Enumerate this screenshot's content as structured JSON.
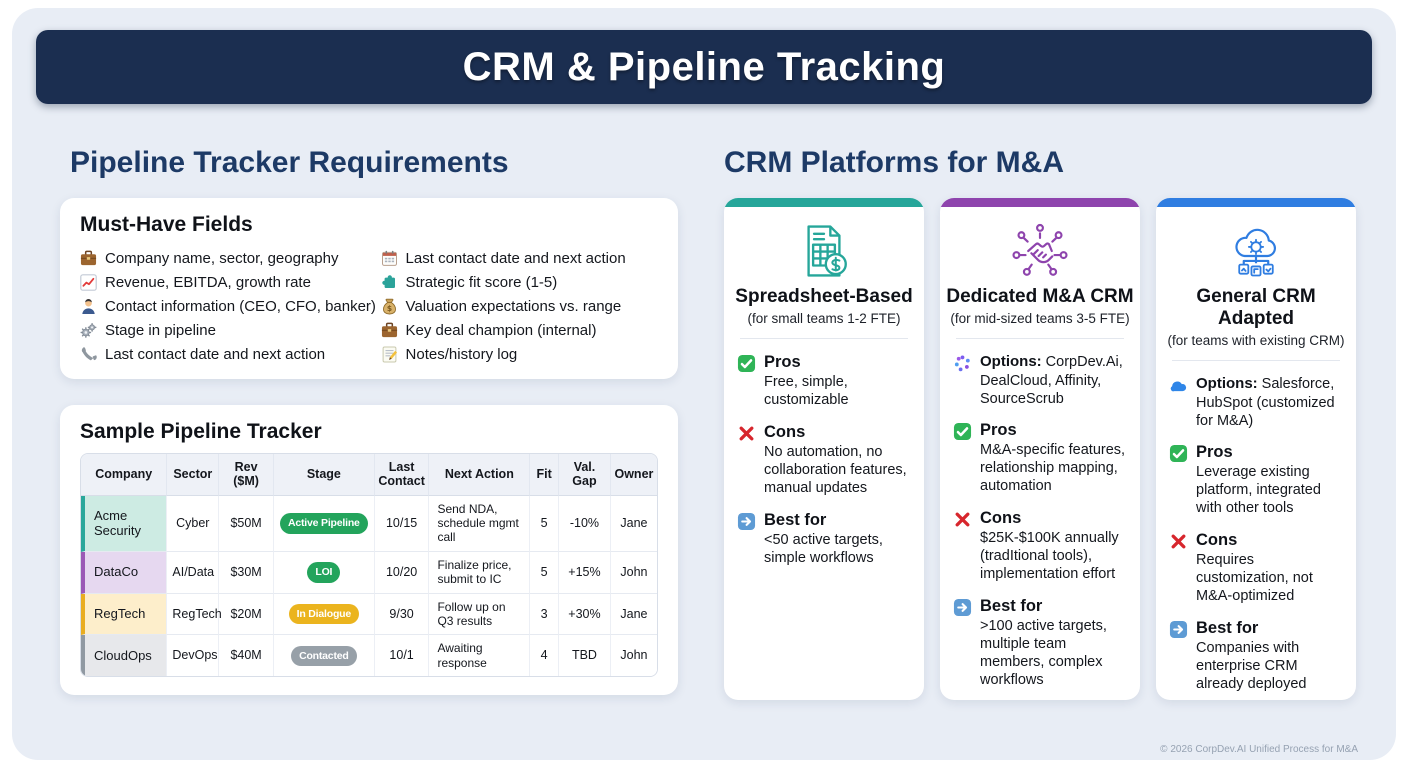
{
  "slide": {
    "title": "CRM & Pipeline Tracking",
    "footer": "© 2026 CorpDev.AI Unified Process for M&A"
  },
  "colors": {
    "header_bar": "#1B2E50",
    "slide_background": "#E8EDF5",
    "section_heading": "#1D3A66",
    "stage": {
      "green": "#23A45C",
      "amber": "#EBB41E",
      "gray": "#97A0A8"
    },
    "row_accents": {
      "teal": {
        "bg": "#CDEBE3",
        "border": "#2AA79B"
      },
      "purple": {
        "bg": "#E6D8F0",
        "border": "#9B59B6"
      },
      "amber": {
        "bg": "#FDEECB",
        "border": "#E9AD21"
      },
      "gray": {
        "bg": "#E7E8EB",
        "border": "#9099A2"
      }
    }
  },
  "left": {
    "section_title": "Pipeline Tracker Requirements",
    "must_have": {
      "title": "Must-Have Fields",
      "col1": [
        {
          "icon": "briefcase-icon",
          "text": "Company name, sector, geography"
        },
        {
          "icon": "chart-up-icon",
          "text": "Revenue, EBITDA, growth rate"
        },
        {
          "icon": "person-icon",
          "text": "Contact information (CEO, CFO, banker)"
        },
        {
          "icon": "gears-icon",
          "text": "Stage in pipeline"
        },
        {
          "icon": "phone-icon",
          "text": "Last contact date and next action"
        }
      ],
      "col2": [
        {
          "icon": "calendar-icon",
          "text": "Last contact date and next action"
        },
        {
          "icon": "puzzle-icon",
          "text": "Strategic fit score (1-5)"
        },
        {
          "icon": "moneybag-icon",
          "text": "Valuation expectations vs. range"
        },
        {
          "icon": "briefcase-icon",
          "text": "Key deal champion (internal)"
        },
        {
          "icon": "memo-icon",
          "text": "Notes/history log"
        }
      ]
    },
    "tracker": {
      "title": "Sample Pipeline Tracker",
      "columns": [
        "Company",
        "Sector",
        "Rev ($M)",
        "Stage",
        "Last Contact",
        "Next Action",
        "Fit",
        "Val. Gap",
        "Owner"
      ],
      "rows": [
        {
          "company": "Acme Security",
          "sector": "Cyber",
          "rev": "$50M",
          "stage": "Active Pipeline",
          "stage_color": "green",
          "last_contact": "10/15",
          "next_action": "Send NDA, schedule mgmt call",
          "fit": "5",
          "val_gap": "-10%",
          "owner": "Jane",
          "row_accent": "teal"
        },
        {
          "company": "DataCo",
          "sector": "AI/Data",
          "rev": "$30M",
          "stage": "LOI",
          "stage_color": "green",
          "last_contact": "10/20",
          "next_action": "Finalize price, submit to IC",
          "fit": "5",
          "val_gap": "+15%",
          "owner": "John",
          "row_accent": "purple"
        },
        {
          "company": "RegTech",
          "sector": "RegTech",
          "rev": "$20M",
          "stage": "In Dialogue",
          "stage_color": "amber",
          "last_contact": "9/30",
          "next_action": "Follow up on Q3 results",
          "fit": "3",
          "val_gap": "+30%",
          "owner": "Jane",
          "row_accent": "amber"
        },
        {
          "company": "CloudOps",
          "sector": "DevOps",
          "rev": "$40M",
          "stage": "Contacted",
          "stage_color": "gray",
          "last_contact": "10/1",
          "next_action": "Awaiting response",
          "fit": "4",
          "val_gap": "TBD",
          "owner": "John",
          "row_accent": "gray"
        }
      ]
    }
  },
  "right": {
    "section_title": "CRM Platforms for M&A",
    "cards": [
      {
        "accent_color": "#26A69A",
        "icon": "spreadsheet-dollar-icon",
        "title": "Spreadsheet-Based",
        "subtitle": "(for small teams 1-2 FTE)",
        "sections": [
          {
            "icon": "check-icon",
            "label": "Pros",
            "text": "Free, simple, customizable"
          },
          {
            "icon": "cross-icon",
            "label": "Cons",
            "text": "No automation, no collaboration features, manual updates"
          },
          {
            "icon": "arrow-icon",
            "label": "Best for",
            "text": "<50 active targets, simple workflows"
          }
        ]
      },
      {
        "accent_color": "#8E44AD",
        "icon": "network-handshake-icon",
        "title": "Dedicated M&A CRM",
        "subtitle": "(for mid-sized teams 3-5 FTE)",
        "sections": [
          {
            "icon": "swirl-icon",
            "label": "Options:",
            "text": "CorpDev.Ai, DealCloud, Affinity, SourceScrub",
            "inline": true
          },
          {
            "icon": "check-icon",
            "label": "Pros",
            "text": "M&A-specific features, relationship mapping, automation"
          },
          {
            "icon": "cross-icon",
            "label": "Cons",
            "text": "$25K-$100K annually (tradItional tools), implementation effort"
          },
          {
            "icon": "arrow-icon",
            "label": "Best for",
            "text": ">100 active targets, multiple team members, complex workflows"
          }
        ]
      },
      {
        "accent_color": "#2F7DE1",
        "icon": "cloud-gear-icon",
        "title": "General CRM Adapted",
        "subtitle": "(for teams with existing CRM)",
        "sections": [
          {
            "icon": "cloud-icon",
            "label": "Options:",
            "text": "Salesforce, HubSpot (customized for M&A)",
            "inline": true
          },
          {
            "icon": "check-icon",
            "label": "Pros",
            "text": "Leverage existing platform, integrated with other tools"
          },
          {
            "icon": "cross-icon",
            "label": "Cons",
            "text": "Requires customization, not M&A-optimized"
          },
          {
            "icon": "arrow-icon",
            "label": "Best for",
            "text": "Companies with enterprise CRM already deployed"
          }
        ]
      }
    ]
  }
}
